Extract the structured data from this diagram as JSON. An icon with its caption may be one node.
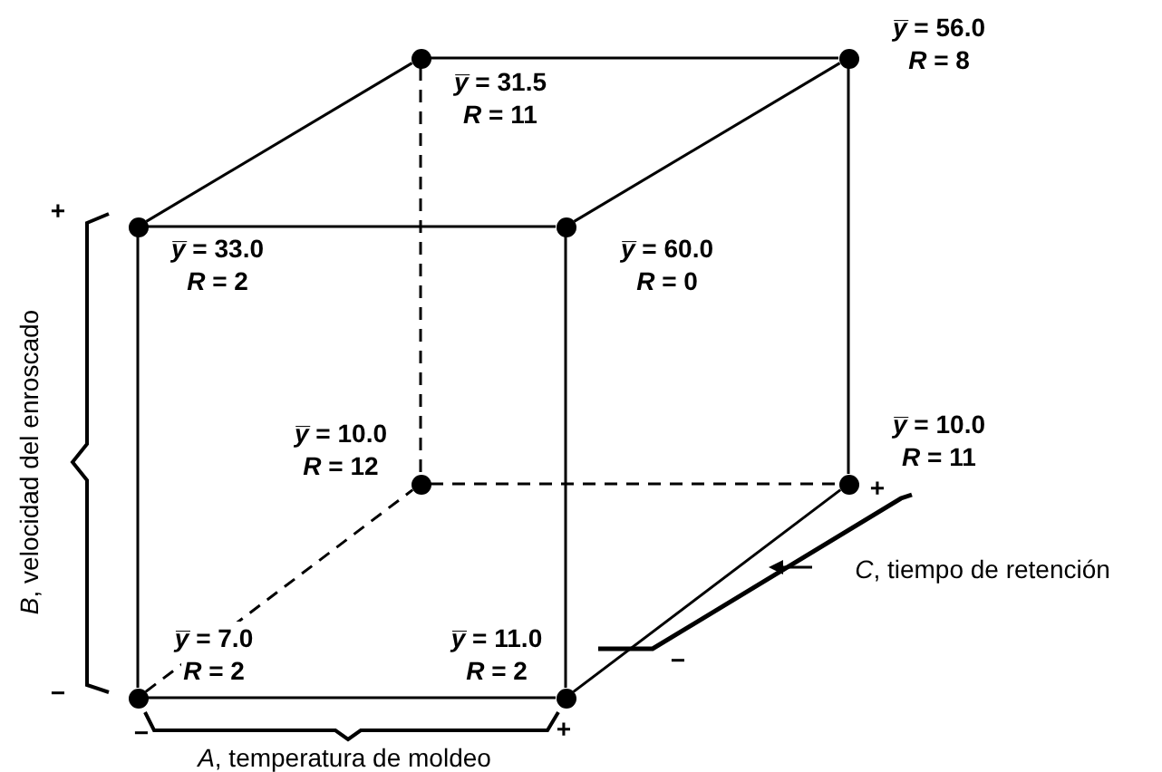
{
  "diagram": {
    "nodes": [
      {
        "text": [],
        "shape": "circle",
        "beside": [
          "*y̅* = 31.5",
          "*R* = 11"
        ]
      },
      {
        "text": [],
        "shape": "circle",
        "beside": [
          "*y̅* = 56.0",
          "*R* = 8"
        ]
      },
      {
        "text": [],
        "shape": "circle",
        "beside": [
          "*y̅* = 33.0",
          "*R* = 2"
        ]
      },
      {
        "text": [],
        "shape": "circle",
        "beside": [
          "*y̅* = 60.0",
          "*R* = 0"
        ]
      },
      {
        "text": [],
        "shape": "circle",
        "beside": [
          "*y̅* = 10.0",
          "*R* = 12"
        ]
      },
      {
        "text": [],
        "shape": "circle",
        "beside": [
          "*y̅* = 10.0",
          "*R* = 11"
        ]
      },
      {
        "text": [],
        "shape": "circle",
        "beside": [
          "*y̅* = 7.0",
          "*R* = 2"
        ]
      },
      {
        "text": [],
        "shape": "circle",
        "beside": [
          "*y̅* = 11.0",
          "*R* = 2"
        ]
      }
    ],
    "edges": [
      {
        "from": 0,
        "to": 1,
        "arrow": "none"
      },
      {
        "from": 2,
        "to": 0,
        "arrow": "none"
      },
      {
        "from": 3,
        "to": 1,
        "arrow": "none"
      },
      {
        "from": 2,
        "to": 3,
        "arrow": "none"
      },
      {
        "from": 0,
        "to": 4,
        "arrow": "none",
        "style": "dashed"
      },
      {
        "from": 1,
        "to": 5,
        "arrow": "none"
      },
      {
        "from": 2,
        "to": 6,
        "arrow": "none"
      },
      {
        "from": 3,
        "to": 7,
        "arrow": "none"
      },
      {
        "from": 4,
        "to": 5,
        "arrow": "none",
        "style": "dashed"
      },
      {
        "from": 6,
        "to": 4,
        "arrow": "none",
        "style": "dashed"
      },
      {
        "from": 7,
        "to": 5,
        "arrow": "none"
      },
      {
        "from": 6,
        "to": 7,
        "arrow": "none"
      }
    ],
    "labels": [
      "+",
      "*B*, velocidad del enroscado",
      "+",
      "*C*, tiempo de retención",
      "−",
      "−",
      "−",
      "+",
      "*A*, temperatura de moldeo"
    ]
  }
}
